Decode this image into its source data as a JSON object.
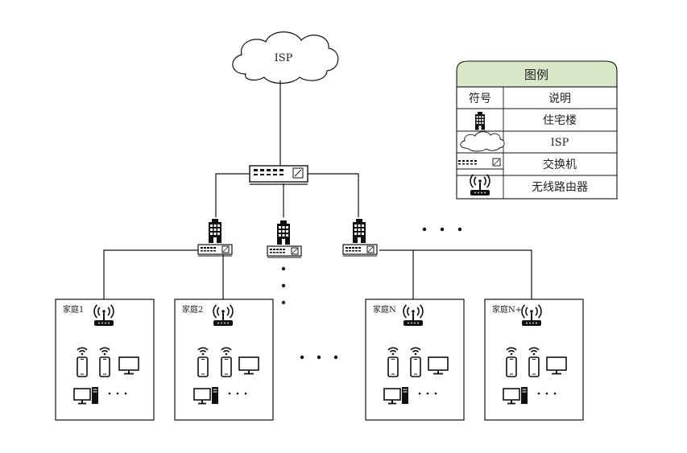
{
  "isp_label": "ISP",
  "legend": {
    "title": "图例",
    "col_symbol": "符号",
    "col_desc": "说明",
    "rows": [
      {
        "icon": "building-icon",
        "label": "住宅楼"
      },
      {
        "icon": "cloud-icon",
        "label": "ISP"
      },
      {
        "icon": "switch-icon",
        "label": "交换机"
      },
      {
        "icon": "wireless-router-icon",
        "label": "无线路由器"
      }
    ],
    "header_color": "#d9e7c8"
  },
  "homes": [
    {
      "label": "家庭1"
    },
    {
      "label": "家庭2"
    },
    {
      "label": "家庭N"
    },
    {
      "label": "家庭N+"
    }
  ],
  "more_dots": "· · ·"
}
